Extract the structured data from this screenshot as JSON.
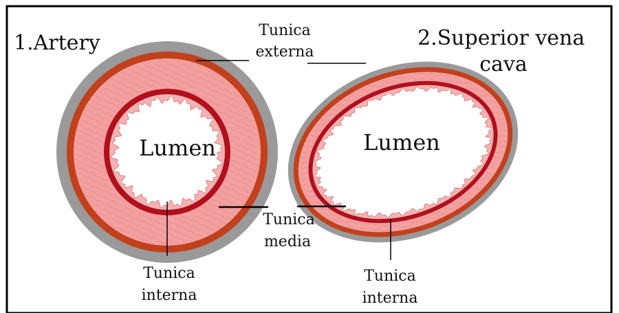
{
  "titles": {
    "artery": "1.Artery",
    "vena_cava_line1": "2.Superior vena",
    "vena_cava_line2": "cava"
  },
  "labels": {
    "lumen_artery": "Lumen",
    "lumen_vein": "Lumen",
    "tunica_externa_line1": "Tunica",
    "tunica_externa_line2": "externa",
    "tunica_media_line1": "Tunica",
    "tunica_media_line2": "media",
    "tunica_interna_artery_line1": "Tunica",
    "tunica_interna_artery_line2": "interna",
    "tunica_interna_vein_line1": "Tunica",
    "tunica_interna_vein_line2": "interna"
  },
  "colors": {
    "tunica_externa": "#9a9a9a",
    "outer_band": "#c2401c",
    "tunica_media": "#f3a0a0",
    "tunica_interna": "#b0101c",
    "lumen": "#ffffff",
    "border": "#000000",
    "leader": "#000000"
  }
}
